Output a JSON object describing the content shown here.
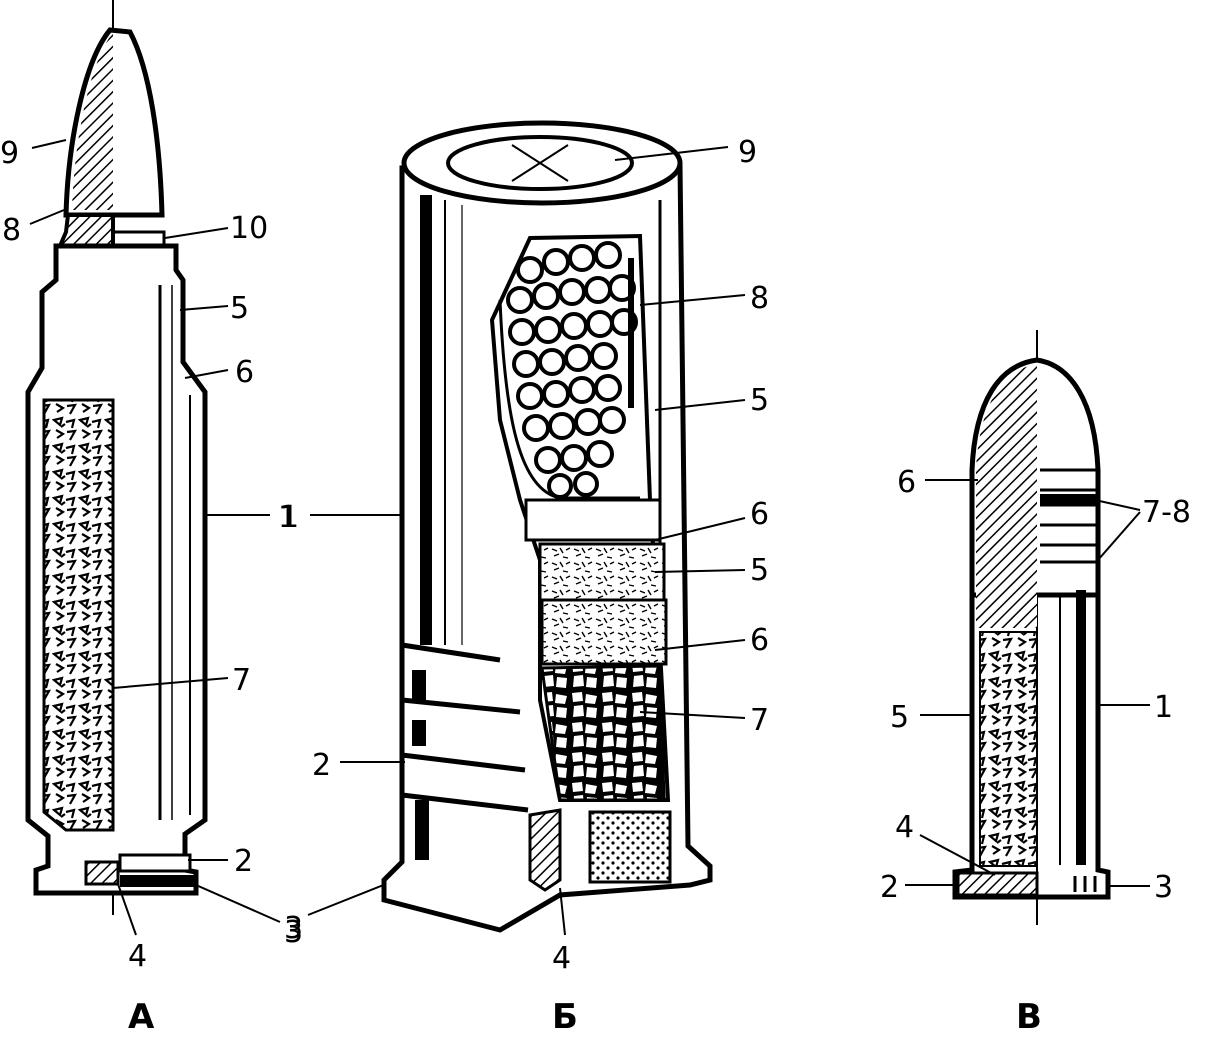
{
  "figures": [
    {
      "id": "A",
      "title": "А",
      "labels": [
        "9",
        "8",
        "10",
        "5",
        "6",
        "1",
        "7",
        "2",
        "3",
        "4"
      ]
    },
    {
      "id": "B",
      "title": "Б",
      "labels": [
        "9",
        "8",
        "5",
        "1",
        "6",
        "5",
        "6",
        "7",
        "2",
        "3",
        "4"
      ]
    },
    {
      "id": "C",
      "title": "В",
      "labels": [
        "6",
        "7-8",
        "1",
        "5",
        "4",
        "2",
        "3"
      ]
    }
  ]
}
